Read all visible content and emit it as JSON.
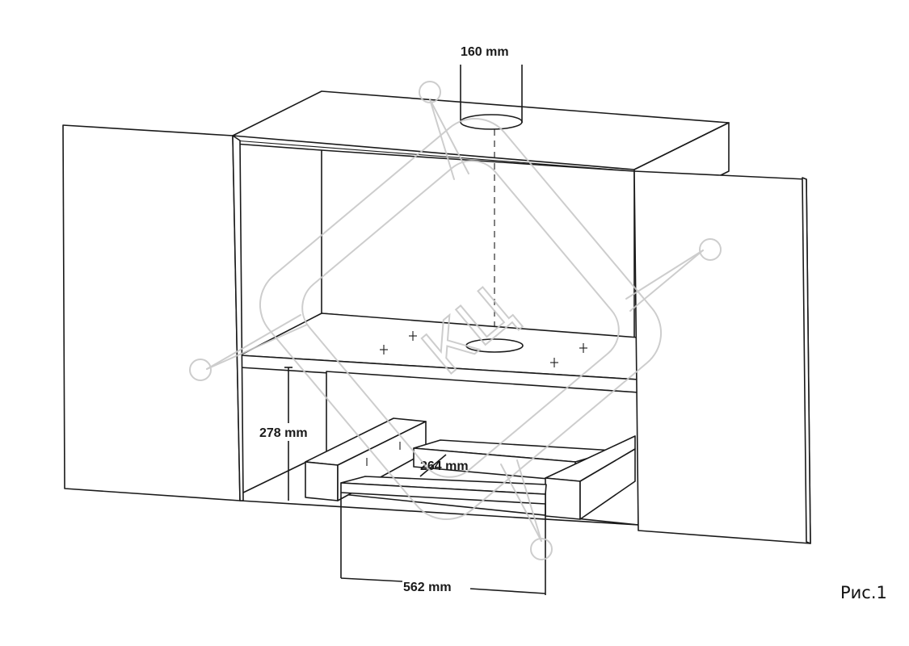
{
  "figure_caption": "Рис.1",
  "watermark": "КЦ",
  "dimensions": {
    "duct_diameter": "160 mm",
    "cavity_height": "278 mm",
    "inner_depth": "264 mm",
    "inner_width": "562 mm"
  },
  "colors": {
    "line": "#1a1a1a",
    "watermark": "#c8c8c8",
    "background": "#ffffff"
  }
}
